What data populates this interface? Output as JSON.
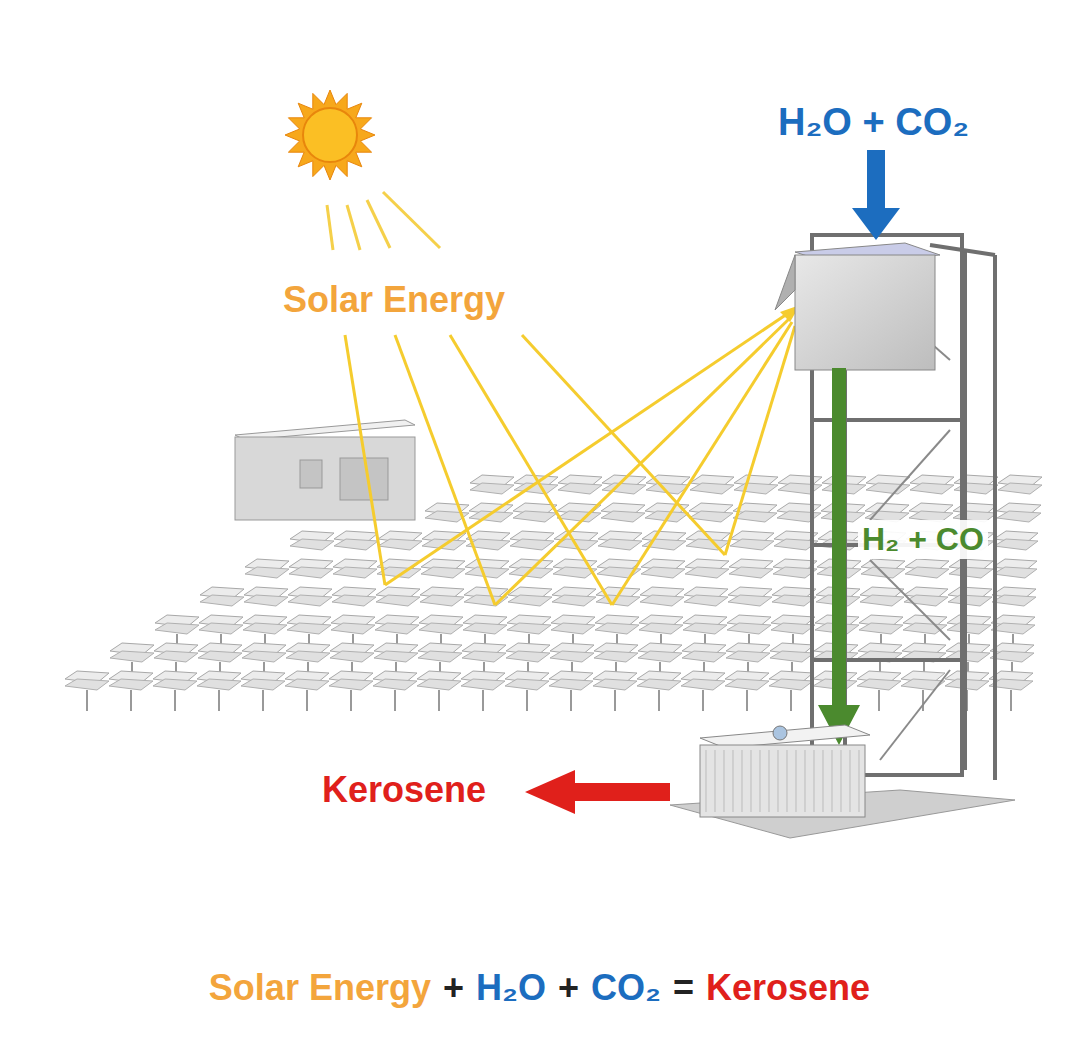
{
  "diagram": {
    "labels": [
      "H₂O + CO₂",
      "Solar Energy",
      "H₂ + CO",
      "Kerosene",
      "Solar Energy",
      "+",
      "H₂O",
      "+",
      "CO₂",
      "=",
      "Kerosene"
    ]
  }
}
